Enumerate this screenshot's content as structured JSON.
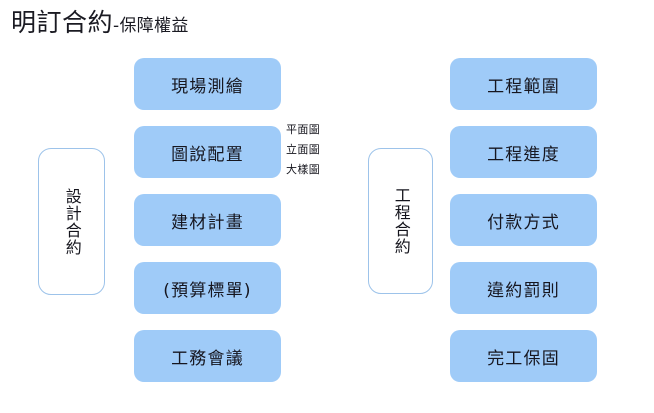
{
  "title": {
    "main": "明訂合約",
    "separator_and_sub": "-保障權益"
  },
  "colors": {
    "chip_fill": "#9FCBF8",
    "group_border": "#9DC3EA",
    "text": "#16161F",
    "background": "#FFFFFF"
  },
  "groups": [
    {
      "id": "design-contract",
      "label": "設計合約",
      "items": [
        {
          "label": "現場測繪"
        },
        {
          "label": "圖說配置"
        },
        {
          "label": "建材計畫"
        },
        {
          "label": "(預算標單)"
        },
        {
          "label": "工務會議"
        }
      ],
      "notes": [
        "平面圖",
        "立面圖",
        "大樣圖"
      ]
    },
    {
      "id": "construction-contract",
      "label": "工程合約",
      "items": [
        {
          "label": "工程範圍"
        },
        {
          "label": "工程進度"
        },
        {
          "label": "付款方式"
        },
        {
          "label": "違約罰則"
        },
        {
          "label": "完工保固"
        }
      ],
      "notes": []
    }
  ]
}
